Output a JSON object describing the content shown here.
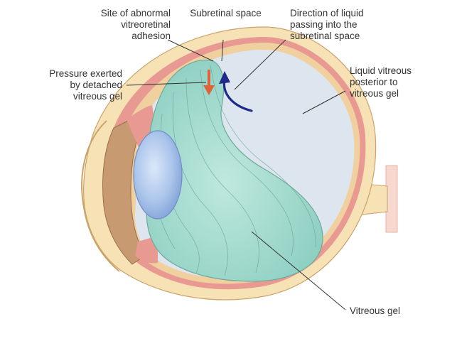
{
  "labels": {
    "abnormal_adhesion": [
      "Site of abnormal",
      "vitreoretinal",
      "adhesion"
    ],
    "subretinal_space": [
      "Subretinal space"
    ],
    "liquid_direction": [
      "Direction of liquid",
      "passing into the",
      "subretinal space"
    ],
    "pressure": [
      "Pressure exerted",
      "by detached",
      "vitreous gel"
    ],
    "liquid_vitreous": [
      "Liquid vitreous",
      "posterior to",
      "vitreous gel"
    ],
    "vitreous_gel": [
      "Vitreous gel"
    ]
  },
  "colors": {
    "sclera": "#f7e2b6",
    "choroid": "#e89a92",
    "retina": "#f1d0a0",
    "liquid_vitreous": "#dde6ee",
    "vitreous_gel": "#9fd8cc",
    "lens": "#aac4ea",
    "iris": "#c89a72",
    "arrow_blue": "#1f2a8a",
    "arrow_red": "#e0613a",
    "leader": "#333333"
  }
}
